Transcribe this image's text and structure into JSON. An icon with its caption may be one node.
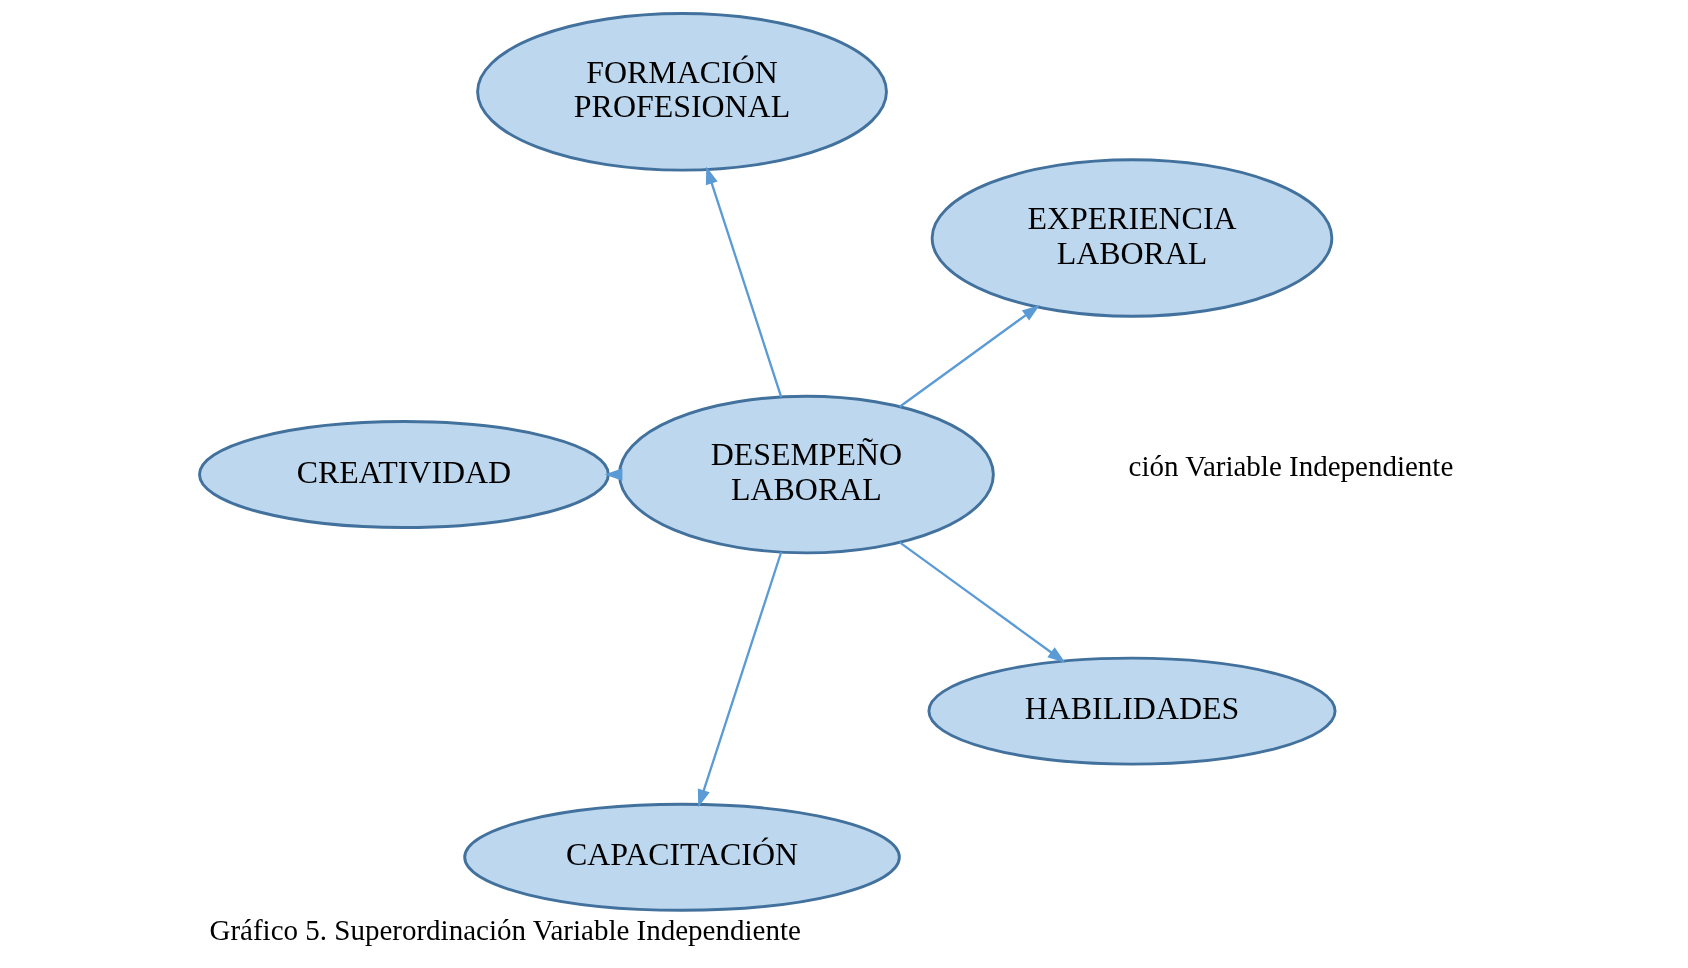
{
  "diagram": {
    "caption": "Gráfico 5. Superordinación Variable Independiente",
    "nodes": [
      {
        "text": [
          "EXPERIENCIA LABORAL"
        ]
      },
      {
        "text": [
          "FORMACIÓN PROFESIONAL"
        ]
      },
      {
        "text": [
          "DESEMPEÑO LABORAL"
        ]
      },
      {
        "text": [
          "CREATIVIDAD"
        ]
      },
      {
        "text": [
          "CAPACITACIÓN"
        ]
      },
      {
        "text": [
          "HABILIDADES"
        ]
      }
    ],
    "edges": [
      {
        "from": 2,
        "to": 0,
        "arrow": "to"
      },
      {
        "from": 2,
        "to": 1,
        "arrow": "to"
      },
      {
        "from": 2,
        "to": 3,
        "arrow": "to"
      },
      {
        "from": 2,
        "to": 4,
        "arrow": "to"
      },
      {
        "from": 2,
        "to": 5,
        "arrow": "to"
      }
    ],
    "labels": [
      "ción Variable Independiente"
    ]
  }
}
